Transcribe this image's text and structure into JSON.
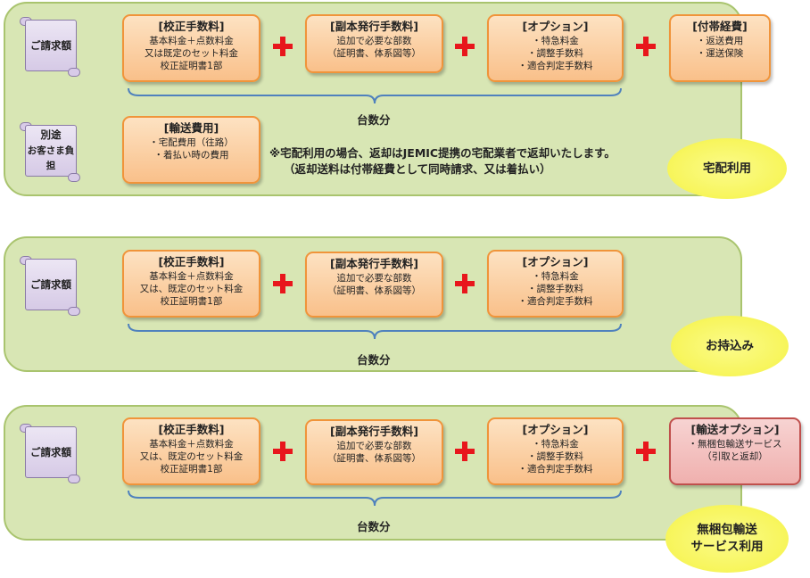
{
  "colors": {
    "panel_fill": "#d8e6b4",
    "panel_border": "#a9c46e",
    "box_fill": "#f9c08a",
    "box_border": "#f0943a",
    "plus": "#e8161c",
    "brace": "#4f81bd",
    "oval": "#f7f55a",
    "red_box_border": "#c0504d"
  },
  "panel1": {
    "label": "ご請求額",
    "boxes": [
      {
        "title": "[校正手数料]",
        "lines": [
          "基本料金＋点数料金",
          "又は既定のセット料金",
          "校正証明書1部"
        ]
      },
      {
        "title": "[副本発行手数料]",
        "lines": [
          "追加で必要な部数",
          "（証明書、体系図等）"
        ]
      },
      {
        "title": "[オプション]",
        "lines": [
          "・特急料金",
          "・調整手数料",
          "・適合判定手数料"
        ]
      },
      {
        "title": "[付帯経費]",
        "lines": [
          "・返送費用",
          "・運送保険"
        ]
      }
    ],
    "count_label": "台数分",
    "label2_line1": "別途",
    "label2_line2": "お客さま負担",
    "box_extra": {
      "title": "[輸送費用]",
      "lines": [
        "・宅配費用（往路）",
        "・着払い時の費用"
      ]
    },
    "note_line1": "※宅配利用の場合、返却はJEMIC提携の宅配業者で返却いたします。",
    "note_line2": "（返却送料は付帯経費として同時請求、又は着払い）",
    "tag": "宅配利用"
  },
  "panel2": {
    "label": "ご請求額",
    "boxes": [
      {
        "title": "[校正手数料]",
        "lines": [
          "基本料金＋点数料金",
          "又は、既定のセット料金",
          "校正証明書1部"
        ]
      },
      {
        "title": "[副本発行手数料]",
        "lines": [
          "追加で必要な部数",
          "（証明書、体系図等）"
        ]
      },
      {
        "title": "[オプション]",
        "lines": [
          "・特急料金",
          "・調整手数料",
          "・適合判定手数料"
        ]
      }
    ],
    "count_label": "台数分",
    "tag": "お持込み"
  },
  "panel3": {
    "label": "ご請求額",
    "boxes": [
      {
        "title": "[校正手数料]",
        "lines": [
          "基本料金＋点数料金",
          "又は、既定のセット料金",
          "校正証明書1部"
        ]
      },
      {
        "title": "[副本発行手数料]",
        "lines": [
          "追加で必要な部数",
          "（証明書、体系図等）"
        ]
      },
      {
        "title": "[オプション]",
        "lines": [
          "・特急料金",
          "・調整手数料",
          "・適合判定手数料"
        ]
      },
      {
        "title": "[輸送オプション]",
        "lines": [
          "・無梱包輸送サービス",
          "（引取と返却）"
        ]
      }
    ],
    "count_label": "台数分",
    "tag_line1": "無梱包輸送",
    "tag_line2": "サービス利用"
  }
}
